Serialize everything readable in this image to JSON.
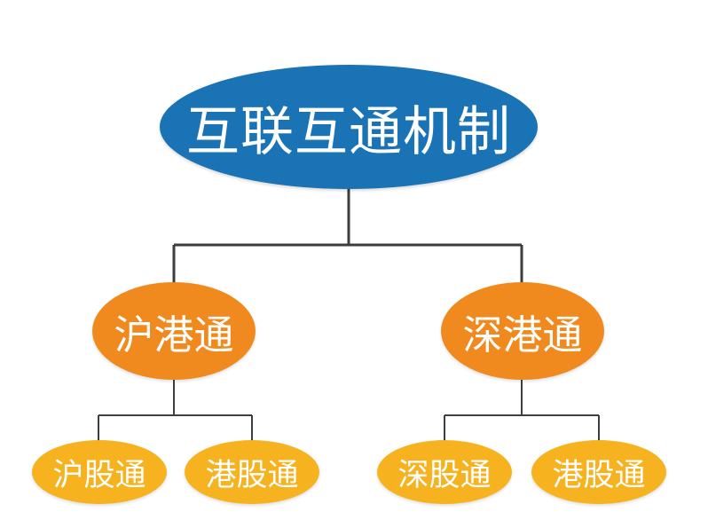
{
  "diagram": {
    "root": {
      "label": "互联互通机制",
      "color": "#1a73b4"
    },
    "branches": [
      {
        "label": "沪港通",
        "color": "#f08a1e",
        "children": [
          {
            "label": "沪股通",
            "color": "#f6b21f"
          },
          {
            "label": "港股通",
            "color": "#f6b21f"
          }
        ]
      },
      {
        "label": "深港通",
        "color": "#f08a1e",
        "children": [
          {
            "label": "深股通",
            "color": "#f6b21f"
          },
          {
            "label": "港股通",
            "color": "#f6b21f"
          }
        ]
      }
    ],
    "connector_color": "#3d3d3d"
  }
}
